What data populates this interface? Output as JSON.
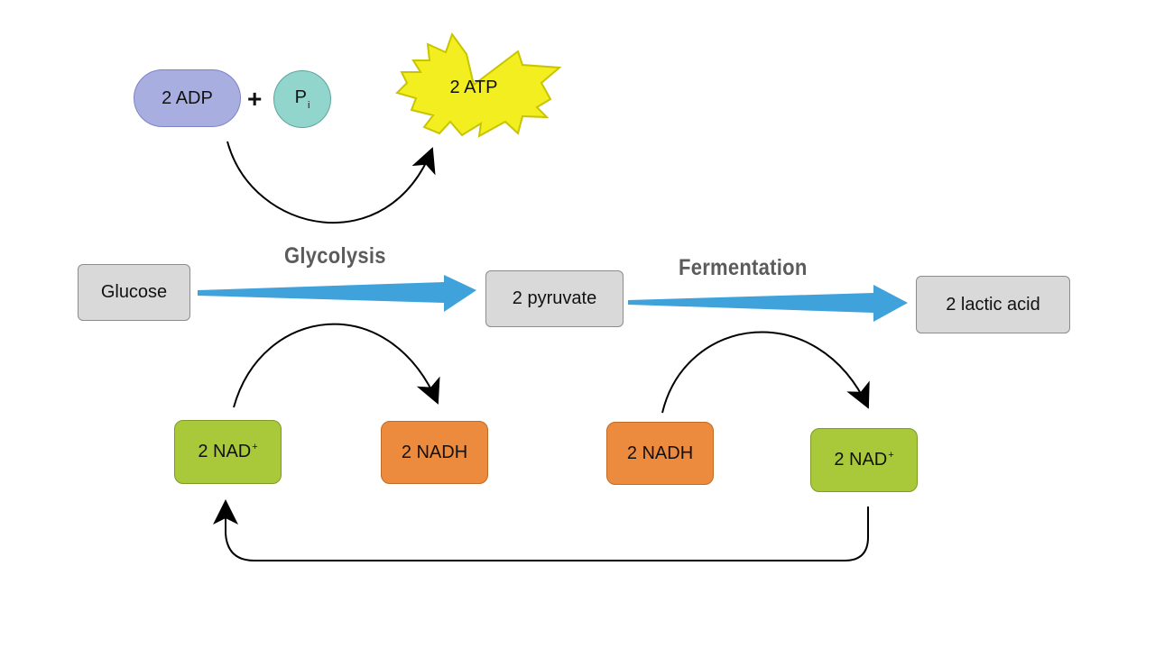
{
  "stages": {
    "glycolysis": "Glycolysis",
    "fermentation": "Fermentation"
  },
  "molecules": {
    "glucose": "Glucose",
    "pyruvate": "2 pyruvate",
    "lactic_acid": "2 lactic acid",
    "adp": "2 ADP",
    "plus": "+",
    "pi_base": "P",
    "pi_sub": "i",
    "atp": "2 ATP",
    "nad_left_base": "2 NAD",
    "nad_left_sup": "+",
    "nadh_left": "2 NADH",
    "nadh_right": "2 NADH",
    "nad_right_base": "2 NAD",
    "nad_right_sup": "+"
  },
  "colors": {
    "process_arrow": "#3fa2db",
    "starburst_fill": "#f3ee1f",
    "starburst_stroke": "#c8c400",
    "gray_box": "#d9d9d9",
    "nad": "#a9c93b",
    "nadh": "#ec8a3e",
    "adp": "#a9aee0",
    "pi": "#92d5cd",
    "stage_label": "#5b5b5b"
  }
}
